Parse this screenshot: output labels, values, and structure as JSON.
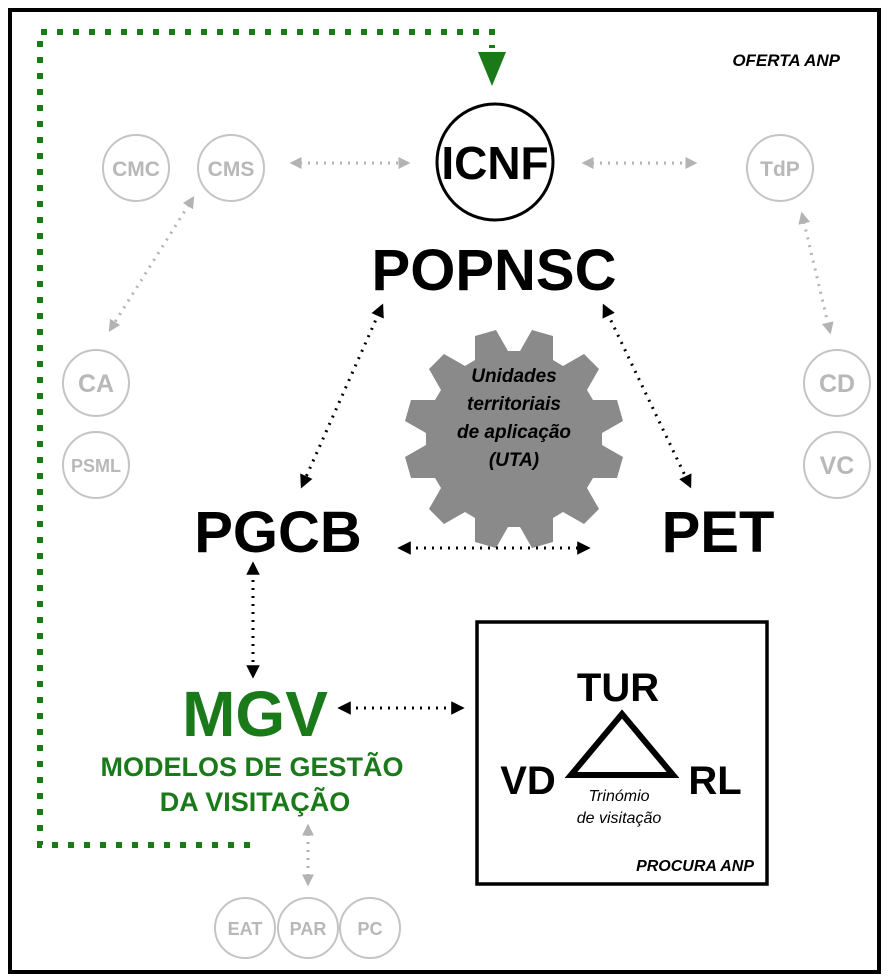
{
  "labels": {
    "oferta": "OFERTA ANP",
    "procura": "PROCURA ANP",
    "icnf": "ICNF",
    "popnsc": "POPNSC",
    "gear_line1": "Unidades",
    "gear_line2": "territoriais",
    "gear_line3": "de aplicação",
    "gear_line4": "(UTA)",
    "pgcb": "PGCB",
    "pet": "PET",
    "mgv": "MGV",
    "mgv_sub1": "MODELOS DE GESTÃO",
    "mgv_sub2": "DA VISITAÇÃO",
    "tur": "TUR",
    "vd": "VD",
    "rl": "RL",
    "trinomio1": "Trinómio",
    "trinomio2": "de visitação"
  },
  "satellites": {
    "cmc": "CMC",
    "cms": "CMS",
    "tdp": "TdP",
    "ca": "CA",
    "psml": "PSML",
    "cd": "CD",
    "vc": "VC",
    "eat": "EAT",
    "par": "PAR",
    "pc": "PC"
  },
  "colors": {
    "green": "#1a7a1a",
    "grey": "#bdbdbd",
    "gear": "#8a8a8a",
    "black": "#000000"
  }
}
